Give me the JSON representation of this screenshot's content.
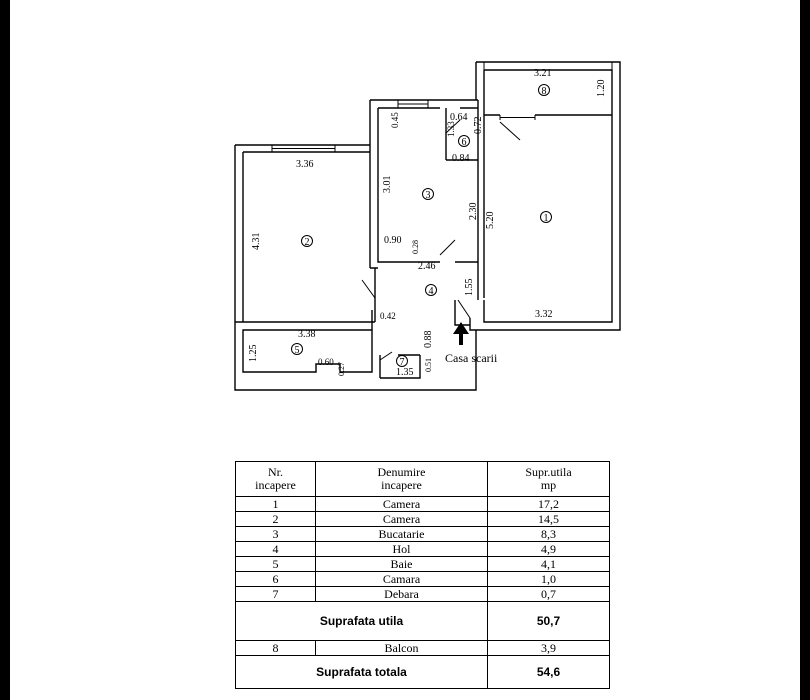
{
  "plan": {
    "dimensions": [
      "3.21",
      "1.20",
      "0.45",
      "0.64",
      "0.72",
      "3.36",
      "0.84",
      "3.01",
      "2.30",
      "5.20",
      "4.31",
      "0.90",
      "2.46",
      "1.55",
      "0.42",
      "3.38",
      "0.88",
      "3.32",
      "1.25",
      "0.60",
      "0.27",
      "1.35",
      "0.51"
    ],
    "small_dims": [
      "1.33",
      "0.28"
    ],
    "room_numbers": [
      "1",
      "2",
      "3",
      "4",
      "5",
      "6",
      "7",
      "8"
    ],
    "stair_label": "Casa scarii"
  },
  "table": {
    "headers": [
      "Nr.\nincapere",
      "Denumire\nincapere",
      "Supr.utila\nmp"
    ],
    "rows": [
      {
        "nr": "1",
        "name": "Camera",
        "area": "17,2"
      },
      {
        "nr": "2",
        "name": "Camera",
        "area": "14,5"
      },
      {
        "nr": "3",
        "name": "Bucatarie",
        "area": "8,3"
      },
      {
        "nr": "4",
        "name": "Hol",
        "area": "4,9"
      },
      {
        "nr": "5",
        "name": "Baie",
        "area": "4,1"
      },
      {
        "nr": "6",
        "name": "Camara",
        "area": "1,0"
      },
      {
        "nr": "7",
        "name": "Debara",
        "area": "0,7"
      }
    ],
    "useful_label": "Suprafata utila",
    "useful_value": "50,7",
    "balcony": {
      "nr": "8",
      "name": "Balcon",
      "area": "3,9"
    },
    "total_label": "Suprafata totala",
    "total_value": "54,6"
  }
}
